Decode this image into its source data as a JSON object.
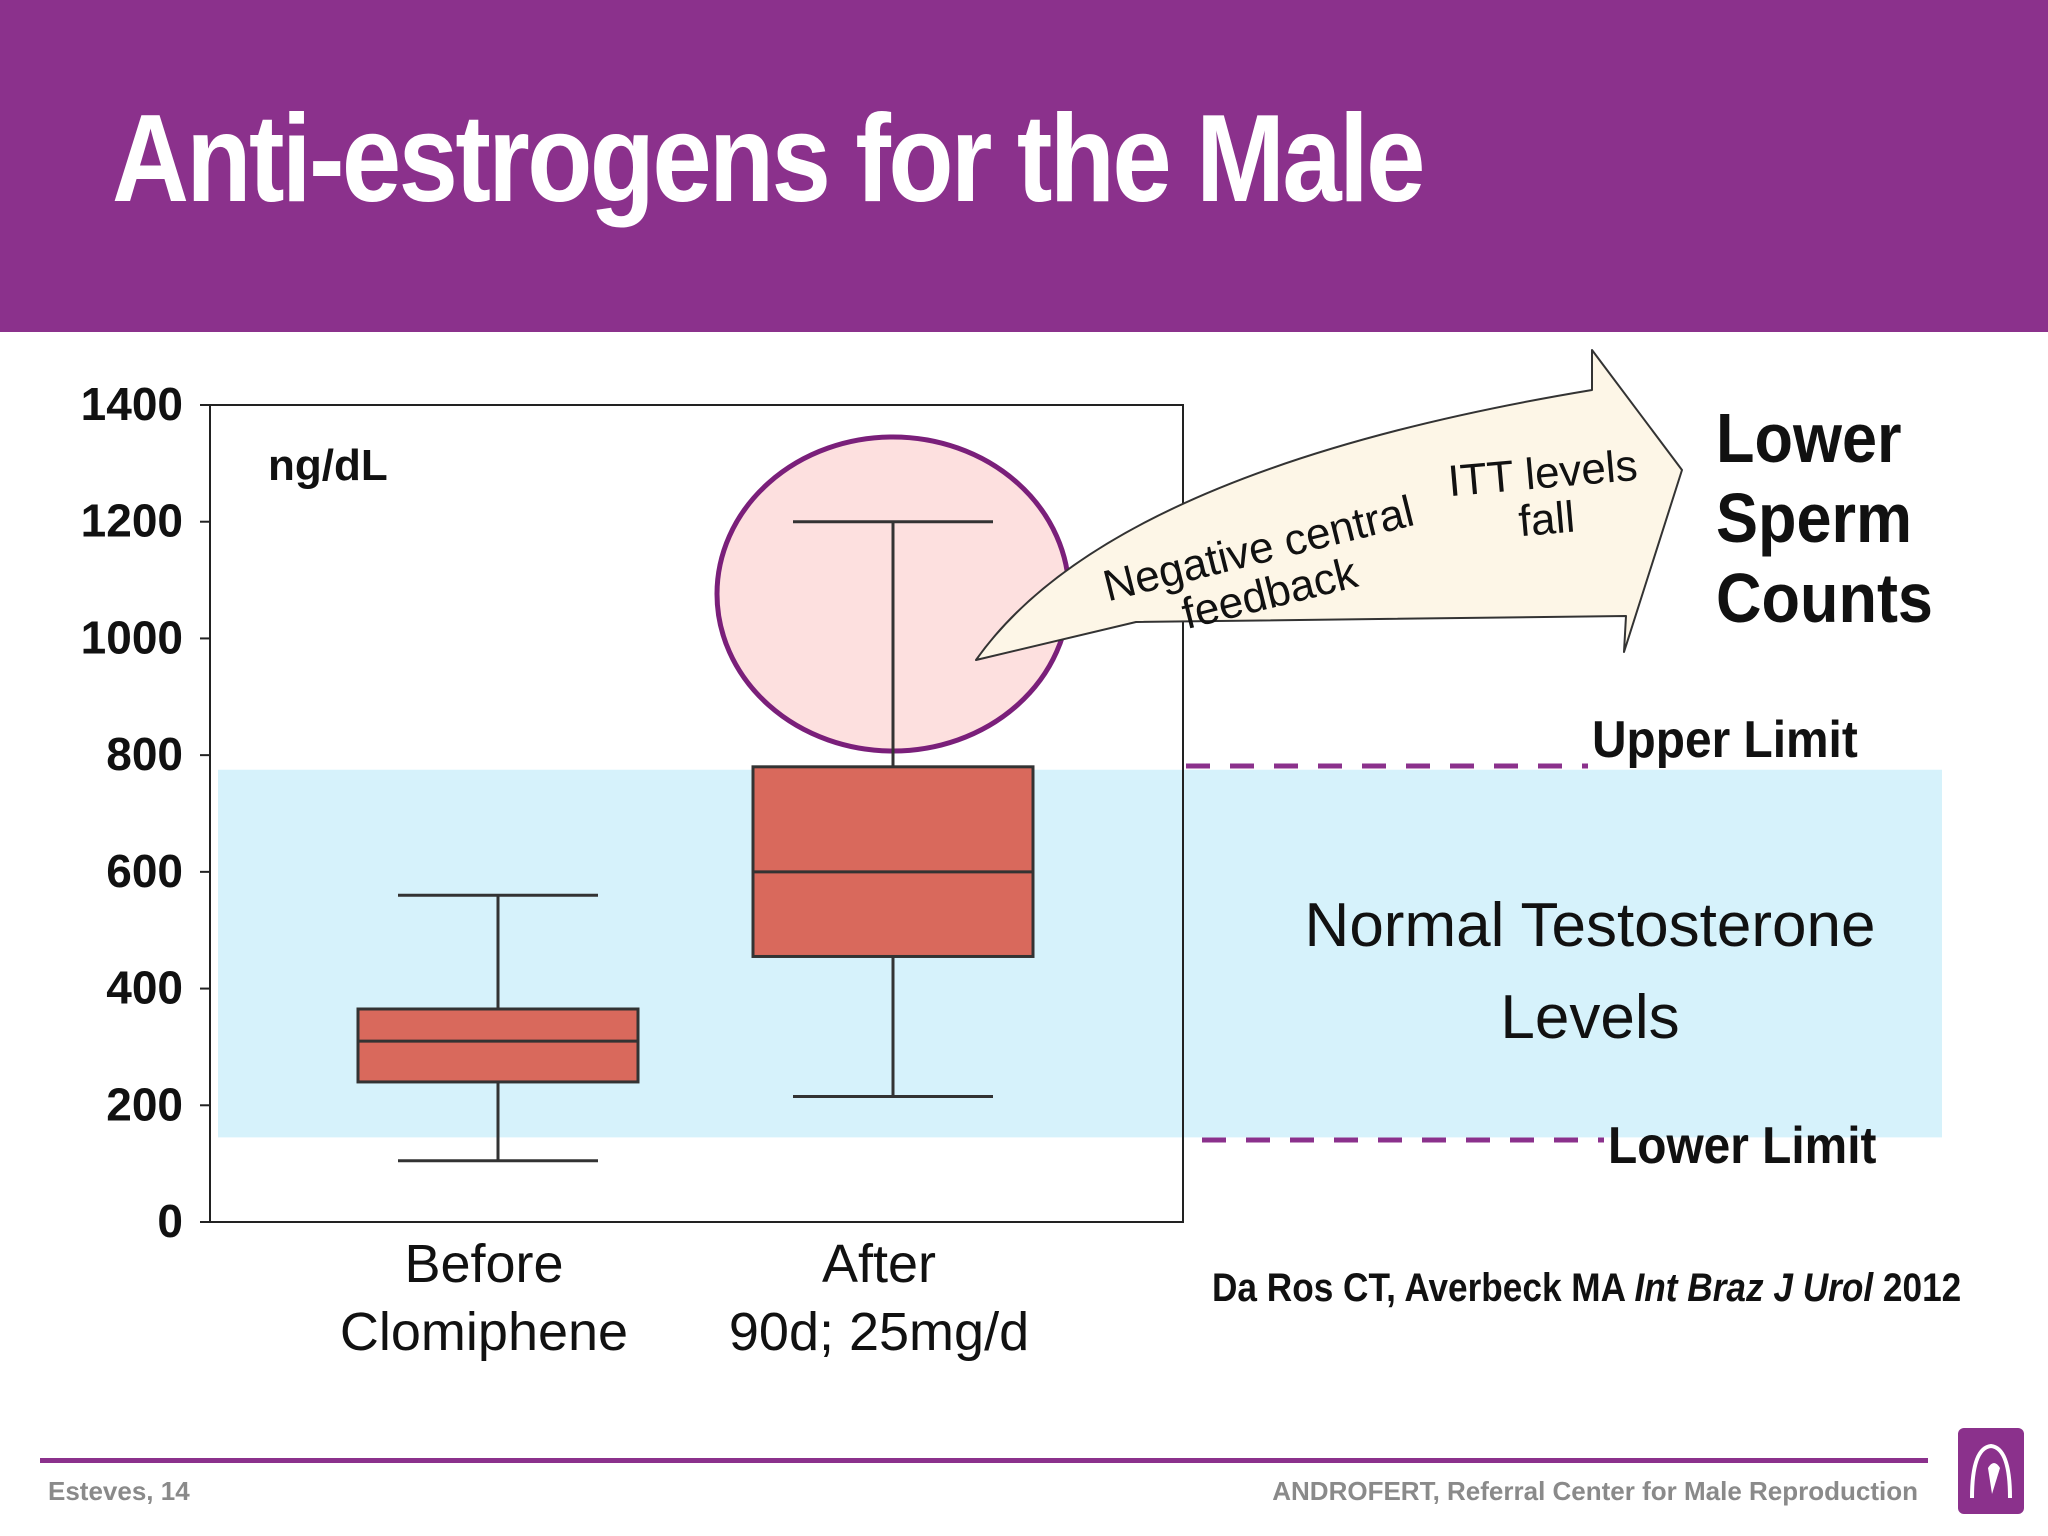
{
  "slide": {
    "title": "Anti-estrogens for the Male",
    "footer_left": "Esteves, 14",
    "footer_right": "ANDROFERT, Referral Center for Male Reproduction"
  },
  "citation": {
    "authors": "Da Ros CT, Averbeck MA ",
    "journal": "Int Braz J Urol",
    "year": " 2012"
  },
  "annotations": {
    "arrow_text_1": [
      "Negative central",
      "feedback"
    ],
    "arrow_text_2": [
      "ITT levels",
      "fall"
    ],
    "outcome": [
      "Lower",
      "Sperm",
      "Counts"
    ],
    "upper_limit": "Upper Limit",
    "lower_limit": "Lower Limit",
    "normal_band_label": [
      "Normal Testosterone",
      "Levels"
    ]
  },
  "colors": {
    "banner": "#8b318c",
    "box_fill": "#d9695c",
    "normal_band": "#d6f2fb",
    "circle_fill": "#fde0df",
    "circle_stroke": "#7a1f7a",
    "arrow_fill": "#fdf6e7",
    "limit_dash": "#8b318c"
  },
  "chart_data": {
    "type": "box",
    "unit_label": "ng/dL",
    "ylim": [
      0,
      1400
    ],
    "yticks": [
      0,
      200,
      400,
      600,
      800,
      1000,
      1200,
      1400
    ],
    "categories": [
      [
        "Before",
        "Clomiphene"
      ],
      [
        "After",
        "90d; 25mg/d"
      ]
    ],
    "boxes": [
      {
        "whisker_low": 105,
        "q1": 240,
        "median": 310,
        "q3": 365,
        "whisker_high": 560
      },
      {
        "whisker_low": 215,
        "q1": 455,
        "median": 600,
        "q3": 780,
        "whisker_high": 1200
      }
    ],
    "normal_range": {
      "low": 145,
      "high": 775
    }
  }
}
